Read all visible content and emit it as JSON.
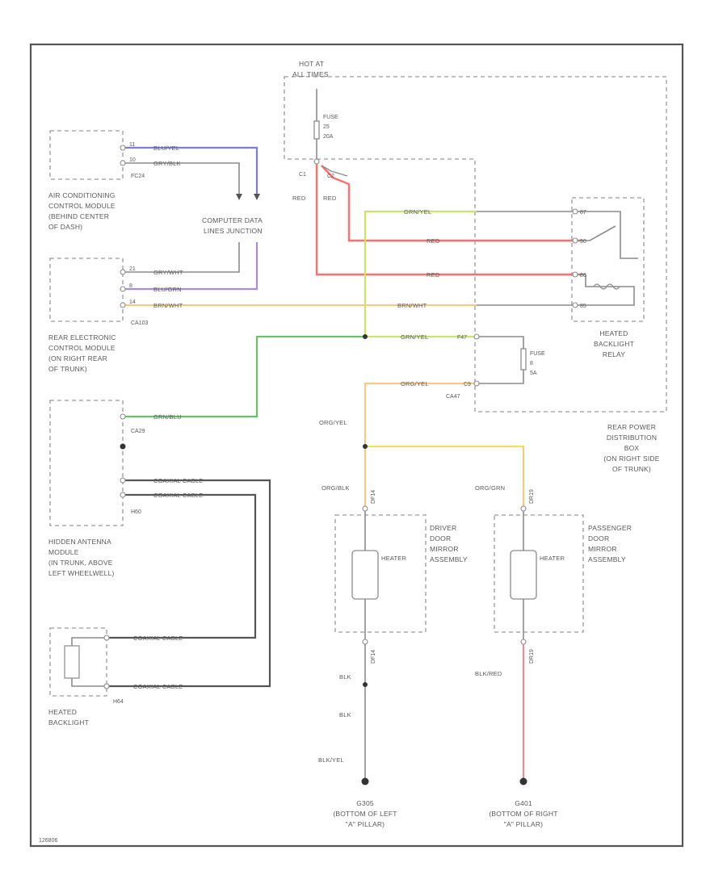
{
  "colors": {
    "wire_grey": "#8c8c8c",
    "wire_dark": "#555555",
    "blue": "#7b7be0",
    "purple": "#a98ae6",
    "red": "#ff6d6d",
    "orange": "#f5c98a",
    "green": "#66c466",
    "yellow_green": "#c8e66a",
    "yellow": "#f0e060",
    "pink": "#f08a95"
  },
  "labels": {
    "hot_at": "HOT AT",
    "all_times": "ALL TIMES",
    "fuse_top": "FUSE",
    "fuse_top_num": "25",
    "fuse_top_amp": "20A",
    "pin_c1": "C1",
    "pin_c2": "C2",
    "wire_red_1": "RED",
    "wire_red_2": "RED",
    "acm_l1": "AIR CONDITIONING",
    "acm_l2": "CONTROL MODULE",
    "acm_l3": "(BEHIND CENTER",
    "acm_l4": "OF DASH)",
    "acm_conn": "FC24",
    "acm_pin_a": "11",
    "acm_pin_b": "10",
    "wire_blu_acm": "BLU/YEL",
    "wire_gry_acm": "GRY/BLK",
    "cdl_l1": "COMPUTER DATA",
    "cdl_l2": "LINES JUNCTION",
    "rem_l1": "REAR ELECTRONIC",
    "rem_l2": "CONTROL MODULE",
    "rem_l3": "(ON RIGHT REAR",
    "rem_l4": "OF TRUNK)",
    "rem_conn": "CA103",
    "rem_pin_a": "21",
    "rem_pin_b": "8",
    "rem_pin_c": "14",
    "wire_gry_rem": "GRY/WHT",
    "wire_blu_rem": "BLU/GRN",
    "wire_brn_rem": "BRN/WHT",
    "wire_brn_mid": "BRN/WHT",
    "wire_grn_top": "GRN/YEL",
    "wire_red_a": "RED",
    "wire_red_b": "RED",
    "relay_l1": "HEATED",
    "relay_l2": "BACKLIGHT",
    "relay_l3": "RELAY",
    "relay_p87": "87",
    "relay_p30": "30",
    "relay_p86": "86",
    "relay_p85": "85",
    "wire_grn_mid": "GRN/YEL",
    "pin_f47": "F47",
    "fuse_mid": "FUSE",
    "fuse_mid_num": "8",
    "fuse_mid_amp": "5A",
    "wire_org_mid": "ORG/YEL",
    "pin_c9": "C9",
    "conn_ca47": "CA47",
    "rpd_l1": "REAR POWER",
    "rpd_l2": "DISTRIBUTION",
    "rpd_l3": "BOX",
    "rpd_l4": "(ON RIGHT SIDE",
    "rpd_l5": "OF TRUNK)",
    "ant_conn": "CA29",
    "wire_grn_ant": "GRN/BLU",
    "wire_coax_1": "COAXIAL CABLE",
    "wire_coax_2": "COAXIAL CABLE",
    "ant_conn_b": "H60",
    "ant_l1": "HIDDEN ANTENNA",
    "ant_l2": "MODULE",
    "ant_l3": "(IN TRUNK, ABOVE",
    "ant_l4": "LEFT WHEELWELL)",
    "wire_org_left": "ORG/YEL",
    "wire_org_blk": "ORG/BLK",
    "wire_org_grn": "ORG/GRN",
    "conn_df14": "DF14",
    "conn_dr19": "DR19",
    "heater_l": "HEATER",
    "heater_r": "HEATER",
    "dmir_l1": "DRIVER",
    "dmir_l2": "DOOR",
    "dmir_l3": "MIRROR",
    "dmir_l4": "ASSEMBLY",
    "pmir_l1": "PASSENGER",
    "pmir_l2": "DOOR",
    "pmir_l3": "MIRROR",
    "pmir_l4": "ASSEMBLY",
    "conn_df14_b": "DF14",
    "conn_dr19_b": "DR19",
    "wire_coax_3": "COAXIAL CABLE",
    "wire_coax_4": "COAXIAL CABLE",
    "bl_conn": "H64",
    "bl_l1": "HEATED",
    "bl_l2": "BACKLIGHT",
    "wire_blk_1": "BLK",
    "wire_blk_2": "BLK",
    "wire_blk_yel": "BLK/YEL",
    "wire_blk_red": "BLK/RED",
    "g_left": "G305",
    "g_left_l1": "(BOTTOM OF LEFT",
    "g_left_l2": "\"A\" PILLAR)",
    "g_right": "G401",
    "g_right_l1": "(BOTTOM OF RIGHT",
    "g_right_l2": "\"A\" PILLAR)",
    "code": "126806"
  }
}
